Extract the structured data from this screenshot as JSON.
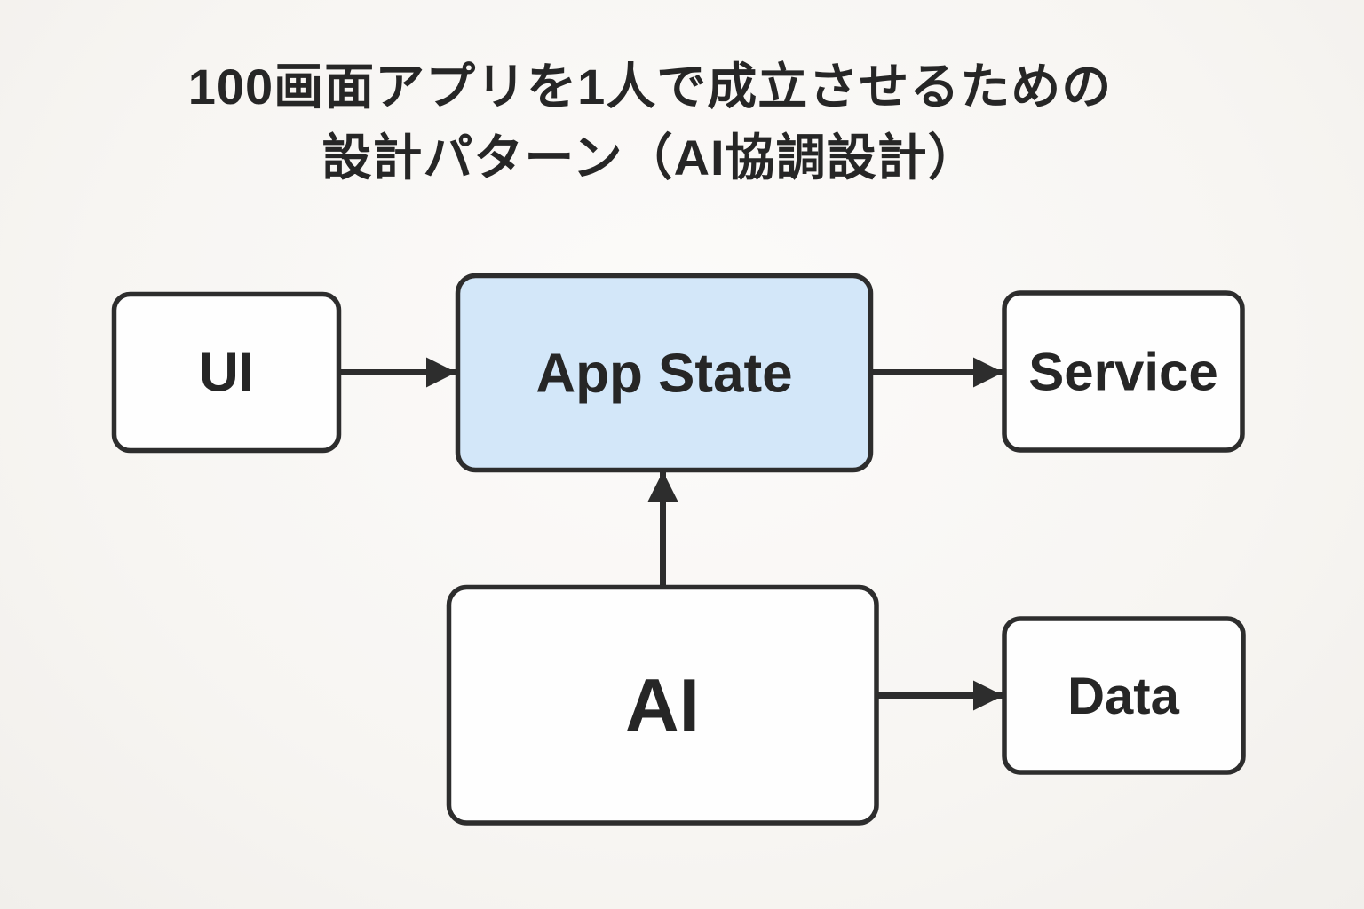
{
  "title": {
    "line1": "100画面アプリを1人で成立させるための",
    "line2": "設計パターン（AI協調設計）"
  },
  "diagram": {
    "nodes": {
      "ui": {
        "label": "UI",
        "highlighted": false
      },
      "app_state": {
        "label": "App State",
        "highlighted": true
      },
      "service": {
        "label": "Service",
        "highlighted": false
      },
      "ai": {
        "label": "AI",
        "highlighted": false
      },
      "data": {
        "label": "Data",
        "highlighted": false
      }
    },
    "edges": [
      {
        "from": "UI",
        "to": "App State",
        "direction": "right"
      },
      {
        "from": "App State",
        "to": "Service",
        "direction": "right"
      },
      {
        "from": "AI",
        "to": "App State",
        "direction": "up"
      },
      {
        "from": "AI",
        "to": "Data",
        "direction": "right"
      }
    ]
  },
  "colors": {
    "background": "#f7f5f2",
    "node_fill": "#fefefe",
    "node_fill_highlight": "#d3e7f9",
    "stroke": "#2d2d2d",
    "text": "#262626"
  }
}
